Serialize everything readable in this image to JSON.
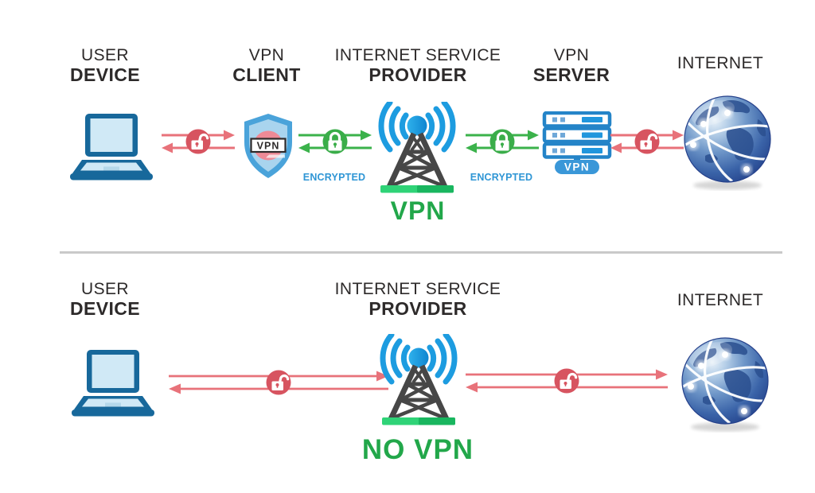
{
  "vpn_section": {
    "caption": "VPN",
    "labels": {
      "user_device": {
        "line1": "USER",
        "line2": "DEVICE"
      },
      "vpn_client": {
        "line1": "VPN",
        "line2": "CLIENT"
      },
      "isp": {
        "line1": "INTERNET SERVICE",
        "line2": "PROVIDER"
      },
      "vpn_server": {
        "line1": "VPN",
        "line2": "SERVER"
      },
      "internet": "INTERNET"
    },
    "encrypted_label_left": "ENCRYPTED",
    "encrypted_label_right": "ENCRYPTED",
    "shield_badge": "VPN",
    "server_badge": "VPN"
  },
  "no_vpn_section": {
    "caption": "NO VPN",
    "labels": {
      "user_device": {
        "line1": "USER",
        "line2": "DEVICE"
      },
      "isp": {
        "line1": "INTERNET SERVICE",
        "line2": "PROVIDER"
      },
      "internet": "INTERNET"
    }
  },
  "icons": {
    "laptop": "laptop-icon",
    "shield": "vpn-shield-icon",
    "tower": "radio-tower-icon",
    "server": "server-stack-icon",
    "globe": "internet-globe-icon",
    "lock_open": "lock-open-icon",
    "lock_closed": "lock-closed-icon"
  },
  "colors": {
    "insecure_red_line": "#e8727a",
    "insecure_red_circle": "#d75460",
    "secure_green": "#3bb24b",
    "caption_green": "#22a74a",
    "encrypted_blue": "#2f96d5",
    "device_blue": "#17689b",
    "wave_blue": "#1d9ce0",
    "server_blue": "#2484c8",
    "label_text": "#2d2a2a",
    "divider_gray": "#c9c9c9"
  }
}
